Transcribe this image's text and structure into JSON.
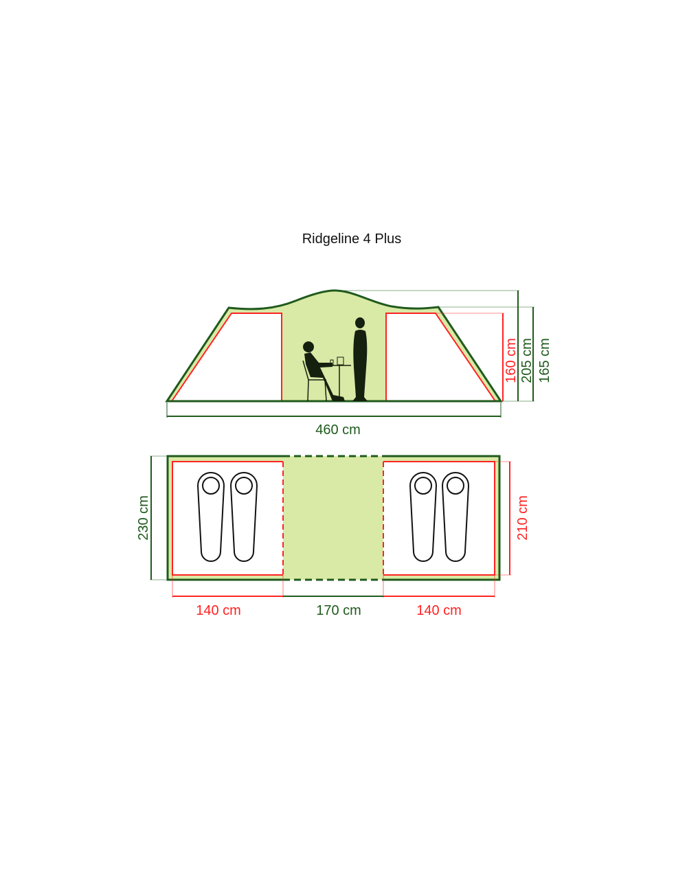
{
  "title": "Ridgeline 4 Plus",
  "colors": {
    "outline": "#1f5a1c",
    "fill": "#d9e9a6",
    "inner": "#ff2222",
    "figure": "#15200f"
  },
  "side_view": {
    "length_label": "460 cm",
    "inner_height_label": "160 cm",
    "peak_height_label": "205 cm",
    "side_height_label": "165 cm"
  },
  "floor_plan": {
    "width_label": "230 cm",
    "inner_width_label": "210 cm",
    "left_room_label": "140 cm",
    "center_label": "170 cm",
    "right_room_label": "140 cm",
    "sleeping_bags_per_room": 2
  }
}
